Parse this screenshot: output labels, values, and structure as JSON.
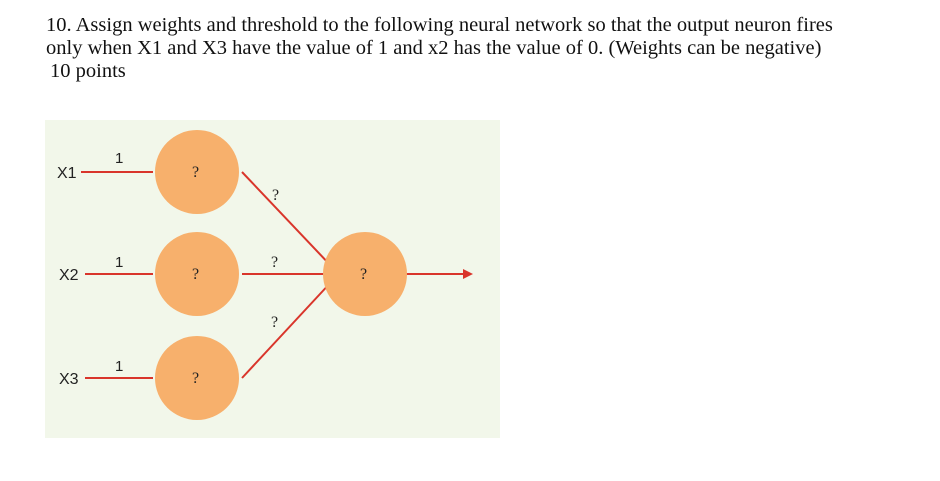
{
  "question": {
    "line1": "10. Assign weights and threshold to the following neural network so that the output neuron fires",
    "line2": "only when X1 and X3 have the value of 1 and x2 has the value of 0. (Weights can be negative)",
    "line3": "10 points"
  },
  "diagram": {
    "background_color": "#f2f7ea",
    "neuron_color": "#f7b06c",
    "connection_color": "#d9352b",
    "inputs": [
      {
        "label": "X1",
        "weight": "1",
        "threshold": "?"
      },
      {
        "label": "X2",
        "weight": "1",
        "threshold": "?"
      },
      {
        "label": "X3",
        "weight": "1",
        "threshold": "?"
      }
    ],
    "hidden_to_output_weights": [
      "?",
      "?",
      "?"
    ],
    "output": {
      "threshold": "?"
    }
  }
}
